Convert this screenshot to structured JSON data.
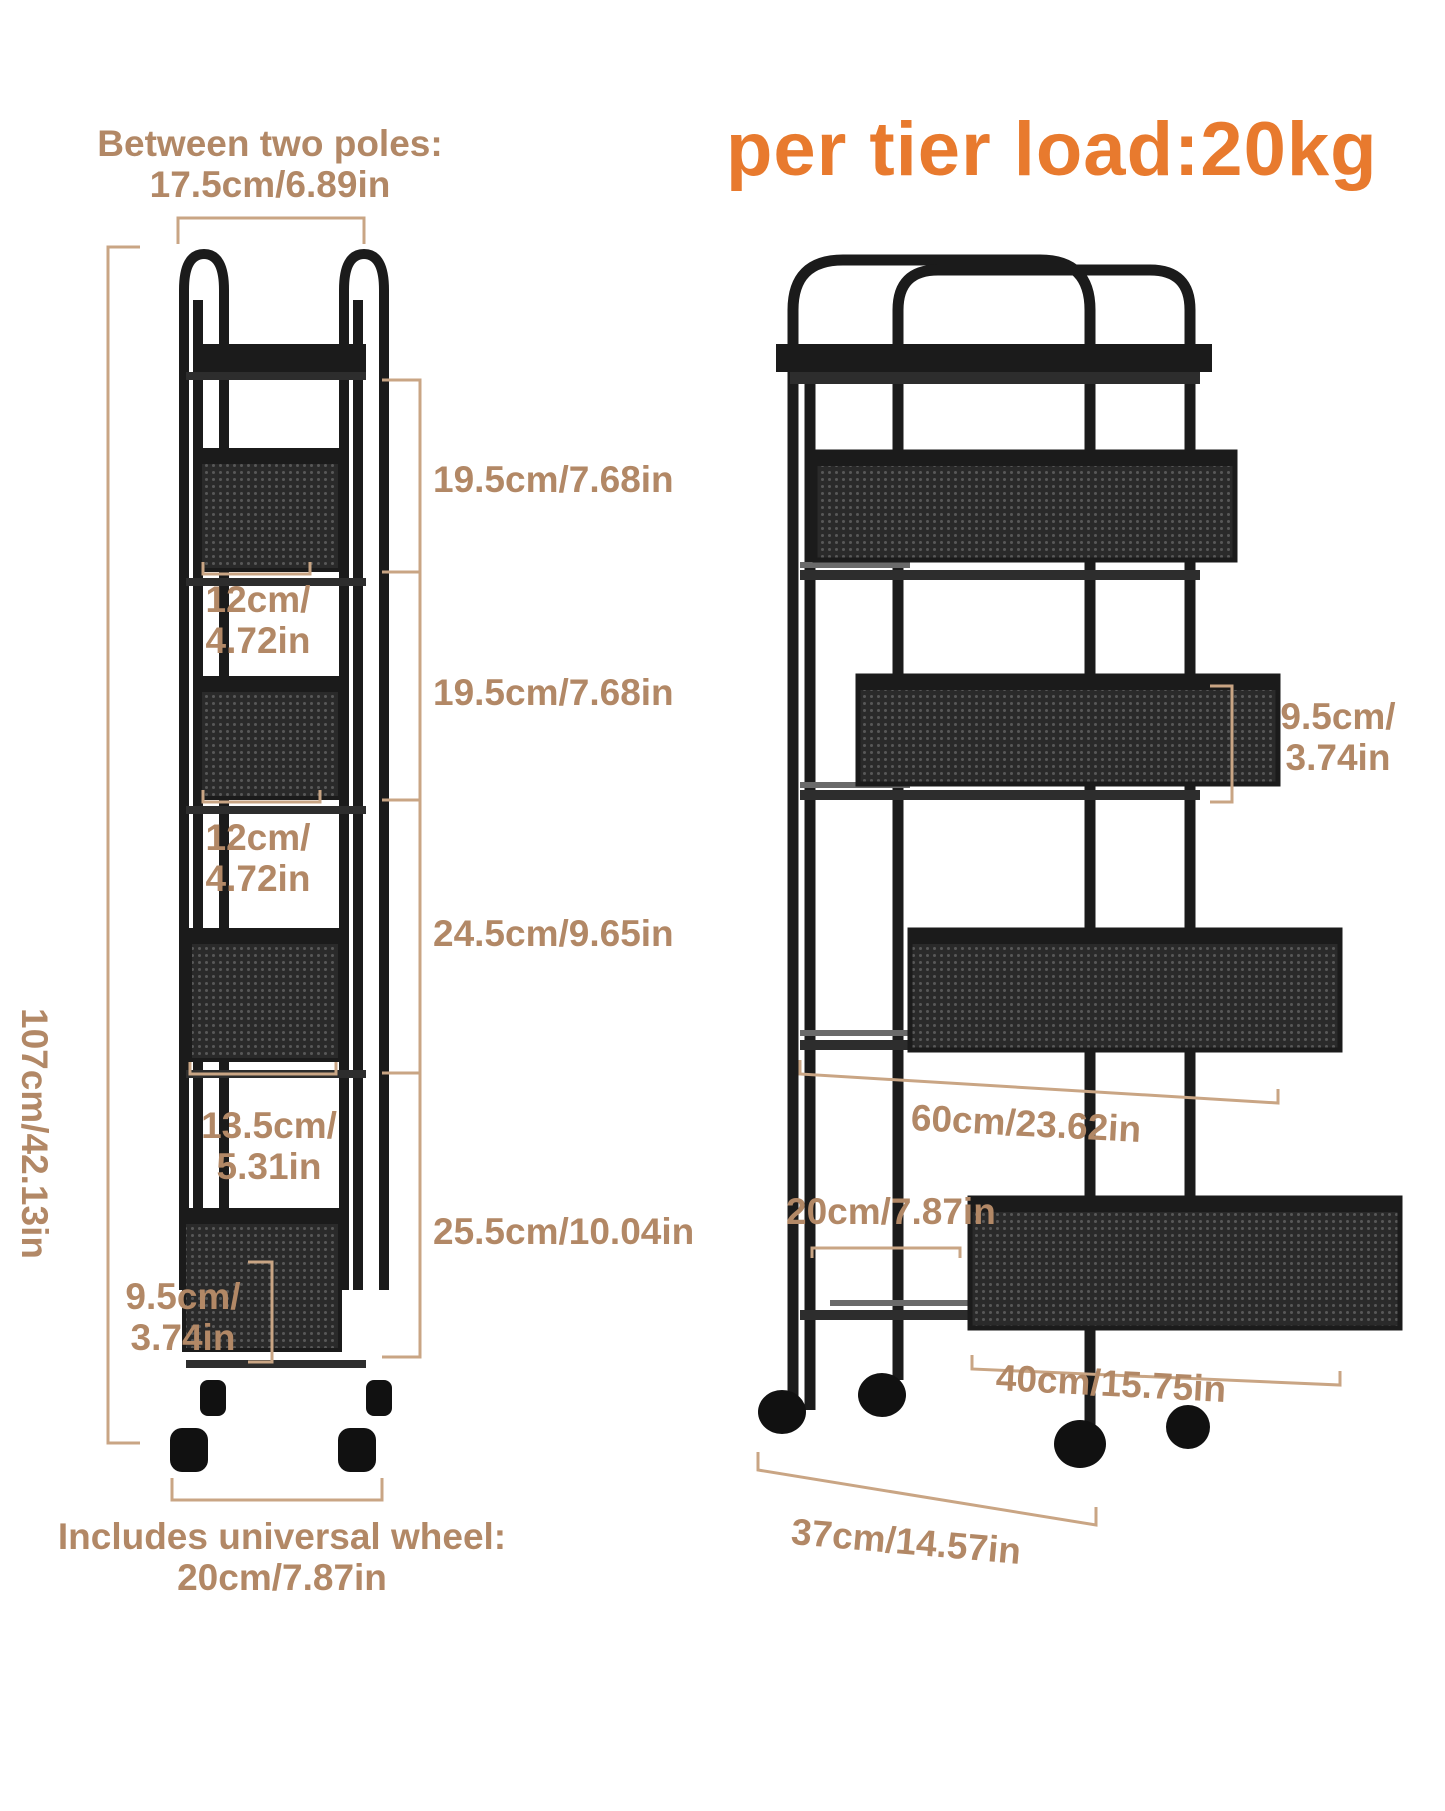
{
  "colors": {
    "headline": "#e87a2e",
    "dimension_text": "#b28866",
    "bracket_line": "#c9a584",
    "frame_dark": "#1b1b1b",
    "frame_mid": "#2d2d2d",
    "frame_highlight": "#6a6a6a",
    "basket_fill": "#2a2a2a",
    "basket_mesh": "#585858",
    "wheel": "#111111",
    "background": "#ffffff"
  },
  "headline": "per tier load:20kg",
  "left_view": {
    "top_width_line1": "Between two poles:",
    "top_width_line2": "17.5cm/6.89in",
    "total_height": "107cm/42.13in",
    "tier_gaps": [
      "19.5cm/7.68in",
      "19.5cm/7.68in",
      "24.5cm/9.65in",
      "25.5cm/10.04in"
    ],
    "basket_widths": [
      {
        "line1": "12cm/",
        "line2": "4.72in"
      },
      {
        "line1": "12cm/",
        "line2": "4.72in"
      },
      {
        "line1": "13.5cm/",
        "line2": "5.31in"
      }
    ],
    "basket_depth_line1": "9.5cm/",
    "basket_depth_line2": "3.74in",
    "bottom_width_line1": "Includes universal wheel:",
    "bottom_width_line2": "20cm/7.87in"
  },
  "right_view": {
    "basket_depth_line1": "9.5cm/",
    "basket_depth_line2": "3.74in",
    "basket_length_large": "60cm/23.62in",
    "basket_offset": "20cm/7.87in",
    "basket_length_small": "40cm/15.75in",
    "base_depth": "37cm/14.57in"
  }
}
